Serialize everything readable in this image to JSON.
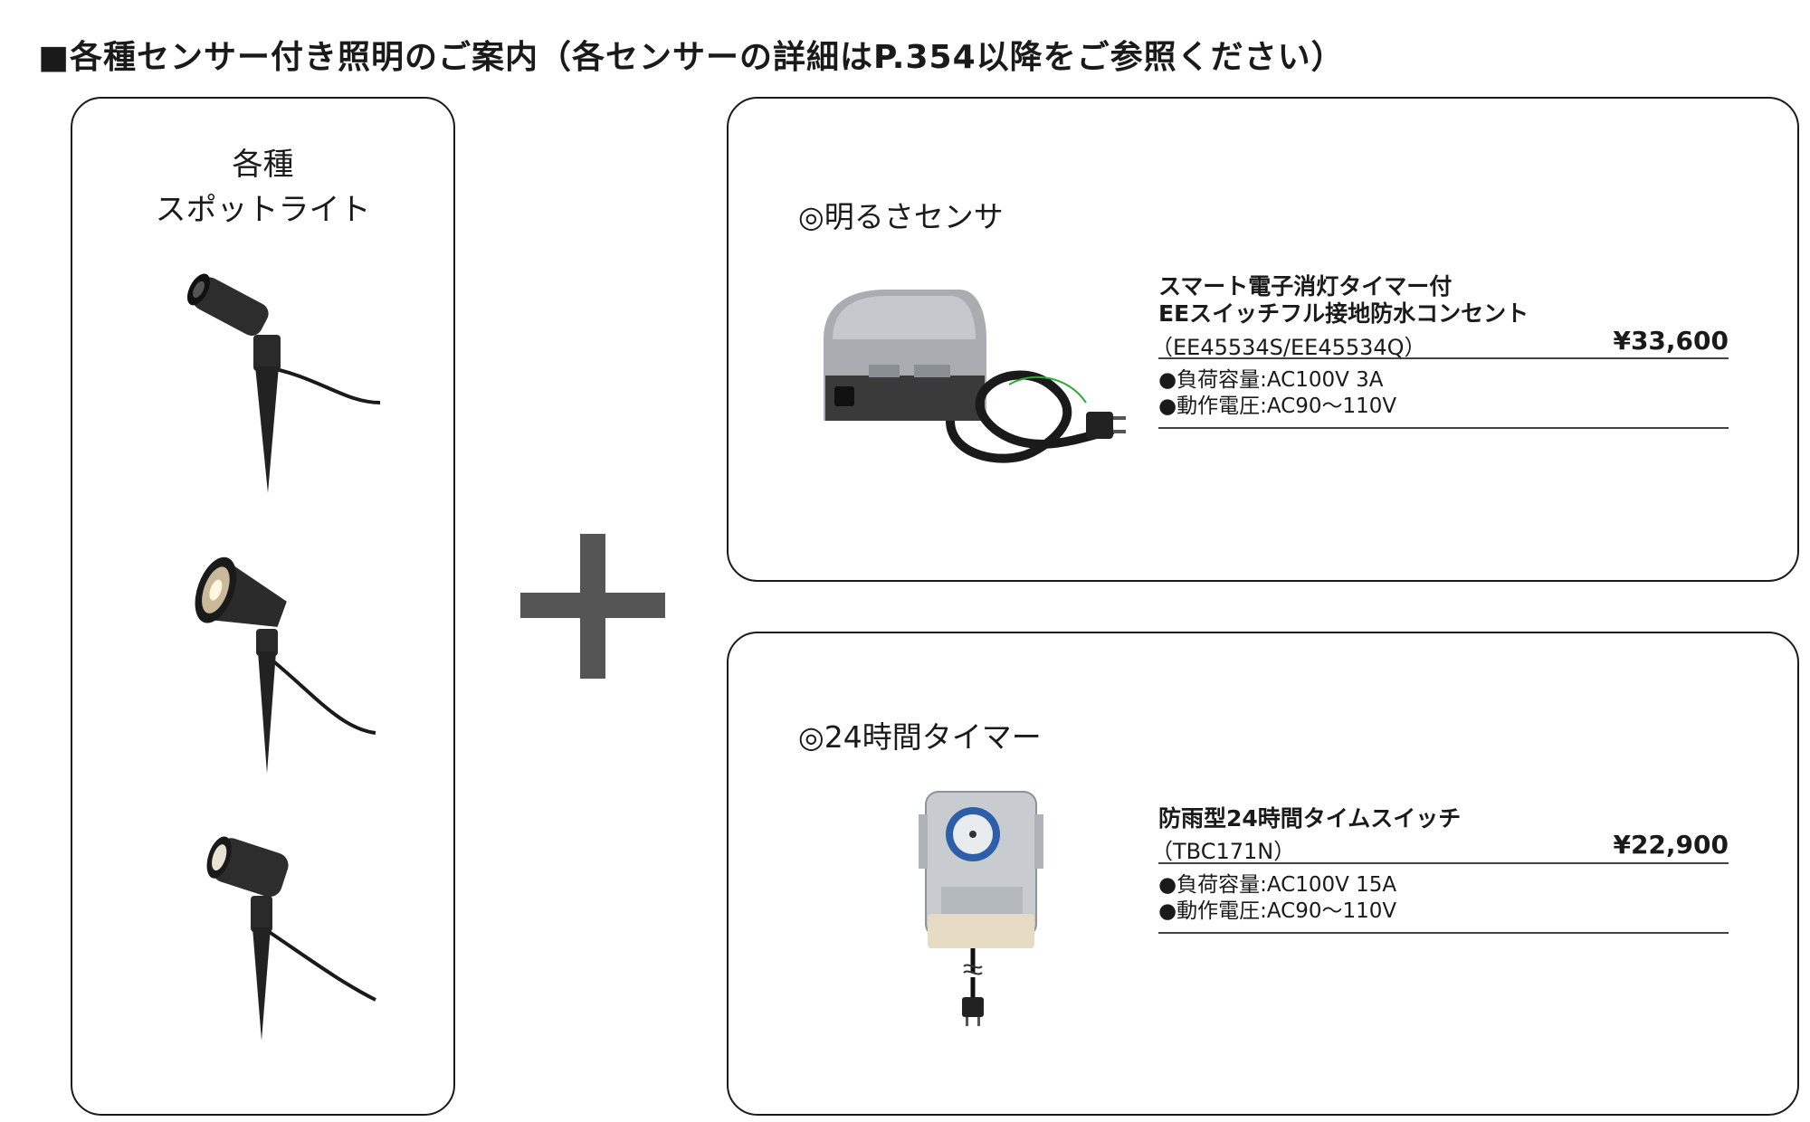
{
  "heading": "■各種センサー付き照明のご案内（各センサーの詳細はP.354以降をご参照ください）",
  "left_panel": {
    "title_line1": "各種",
    "title_line2": "スポットライト"
  },
  "sensor": {
    "title": "◎明るさセンサ",
    "product_name_line1": "スマート電子消灯タイマー付",
    "product_name_line2": "EEスイッチフル接地防水コンセント",
    "model": "（EE45534S/EE45534Q）",
    "price": "¥33,600",
    "spec1": "●負荷容量:AC100V 3A",
    "spec2": "●動作電圧:AC90～110V"
  },
  "timer": {
    "title": "◎24時間タイマー",
    "product_name": "防雨型24時間タイムスイッチ",
    "model": "（TBC171N）",
    "price": "¥22,900",
    "spec1": "●負荷容量:AC100V 15A",
    "spec2": "●動作電圧:AC90～110V"
  }
}
